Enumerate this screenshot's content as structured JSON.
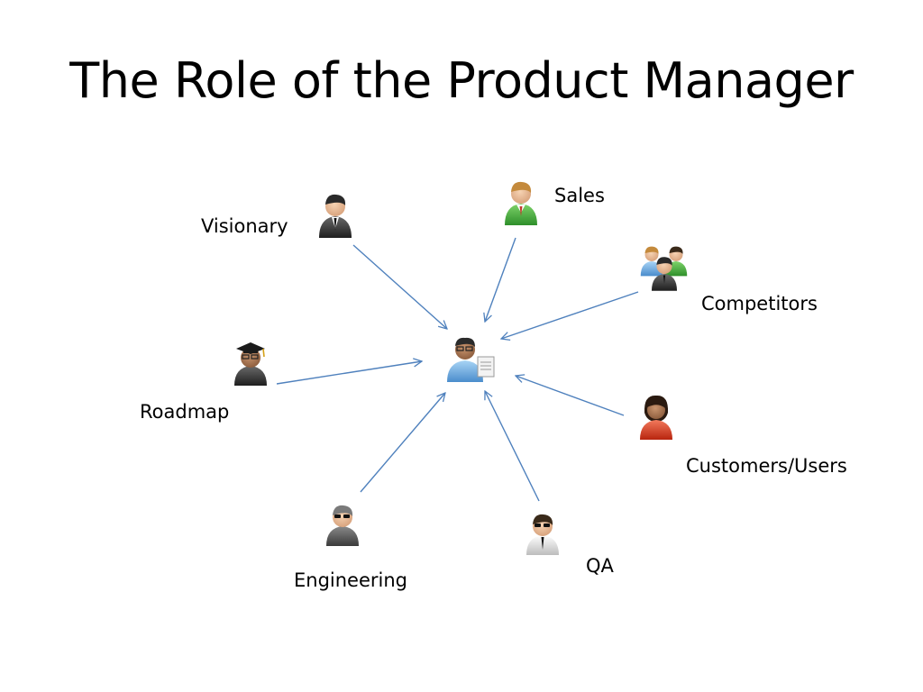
{
  "slide": {
    "title": "The Role of the Product Manager"
  },
  "diagram": {
    "center": {
      "icon": "product-manager-icon"
    },
    "nodes": [
      {
        "id": "visionary",
        "label": "Visionary",
        "icon": "businessman-icon"
      },
      {
        "id": "sales",
        "label": "Sales",
        "icon": "salesperson-icon"
      },
      {
        "id": "competitors",
        "label": "Competitors",
        "icon": "group-icon"
      },
      {
        "id": "roadmap",
        "label": "Roadmap",
        "icon": "graduate-icon"
      },
      {
        "id": "customers-users",
        "label": "Customers/Users",
        "icon": "woman-icon"
      },
      {
        "id": "engineering",
        "label": "Engineering",
        "icon": "engineer-icon"
      },
      {
        "id": "qa",
        "label": "QA",
        "icon": "tester-icon"
      }
    ],
    "colors": {
      "arrow": "#4f81bd"
    }
  }
}
